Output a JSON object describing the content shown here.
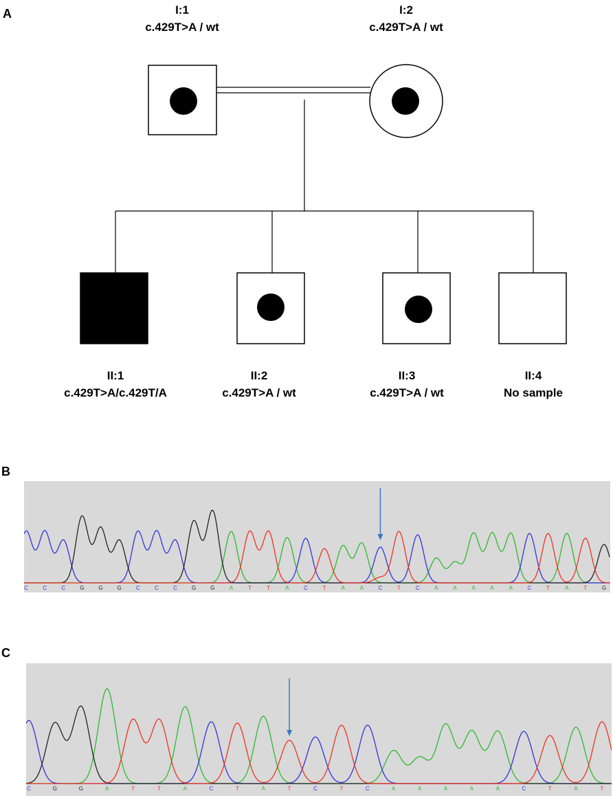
{
  "panel_a": {
    "letter": "A",
    "generation_1": [
      {
        "id": "I:1",
        "genotype": "c.429T>A / wt"
      },
      {
        "id": "I:2",
        "genotype": "c.429T>A / wt"
      }
    ],
    "generation_2": [
      {
        "id": "II:1",
        "genotype": "c.429T>A/c.429T/A"
      },
      {
        "id": "II:2",
        "genotype": "c.429T>A / wt"
      },
      {
        "id": "II:3",
        "genotype": "c.429T>A / wt"
      },
      {
        "id": "II:4",
        "genotype": "No sample"
      }
    ]
  },
  "panel_b": {
    "letter": "B",
    "bases": [
      "C",
      "C",
      "C",
      "G",
      "G",
      "G",
      "C",
      "C",
      "C",
      "G",
      "G",
      "A",
      "T",
      "T",
      "A",
      "C",
      "T",
      "A",
      "A",
      "C",
      "T",
      "C",
      "A",
      "A",
      "A",
      "A",
      "A",
      "C",
      "T",
      "A",
      "T",
      "G"
    ]
  },
  "panel_c": {
    "letter": "C",
    "bases": [
      "C",
      "G",
      "G",
      "A",
      "T",
      "T",
      "A",
      "C",
      "T",
      "A",
      "T",
      "C",
      "T",
      "C",
      "A",
      "A",
      "A",
      "A",
      "A",
      "C",
      "T",
      "A",
      "T"
    ]
  },
  "colors": {
    "A": "#2fb82f",
    "C": "#3333dd",
    "G": "#222222",
    "T": "#ee3322",
    "arrow": "#3a78c2",
    "chromatogram_bg": "#d9d9d9"
  }
}
